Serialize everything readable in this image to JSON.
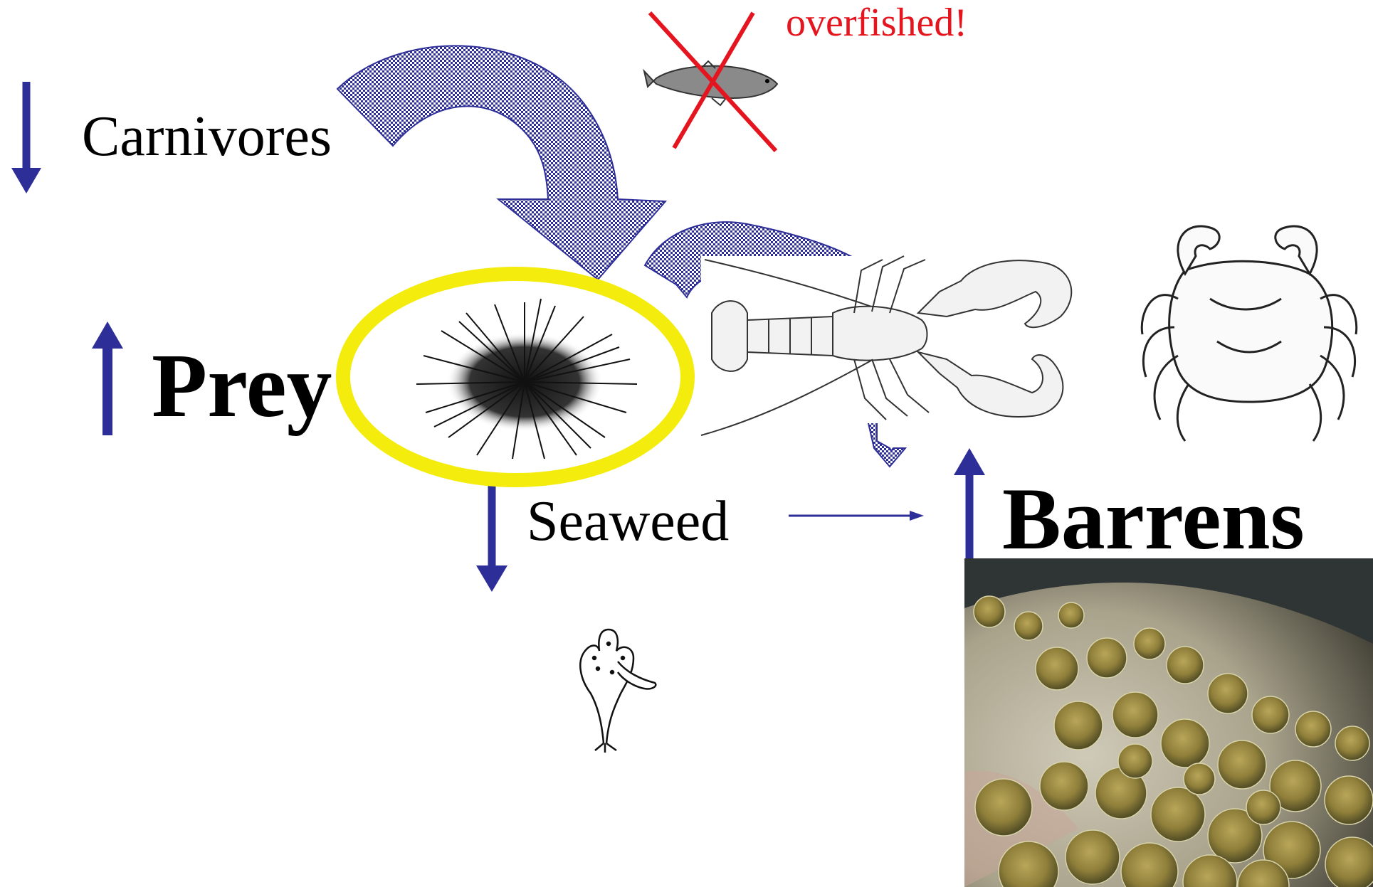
{
  "labels": {
    "carnivores": "Carnivores",
    "prey": "Prey",
    "seaweed": "Seaweed",
    "barrens": "Barrens",
    "overfished": "overfished!"
  },
  "trends": {
    "carnivores": "down",
    "prey": "up",
    "seaweed": "down",
    "barrens": "up"
  },
  "icons": {
    "trend_arrow": "vertical-arrow",
    "predation_arrow": "curved-hatched-arrow",
    "fish": "cod-fish-icon",
    "cross": "red-x-icon",
    "urchin": "sea-urchin-icon",
    "lobster": "lobster-icon",
    "crab": "crab-icon",
    "seaweed": "kelp-icon",
    "barrens_photo": "urchin-barrens-photo"
  },
  "colors": {
    "arrow": "#2e2e99",
    "hatch_fill": "#9a9ad8",
    "highlight_ring": "#f3ec0c",
    "cross": "#e4151f",
    "text": "#000000"
  }
}
